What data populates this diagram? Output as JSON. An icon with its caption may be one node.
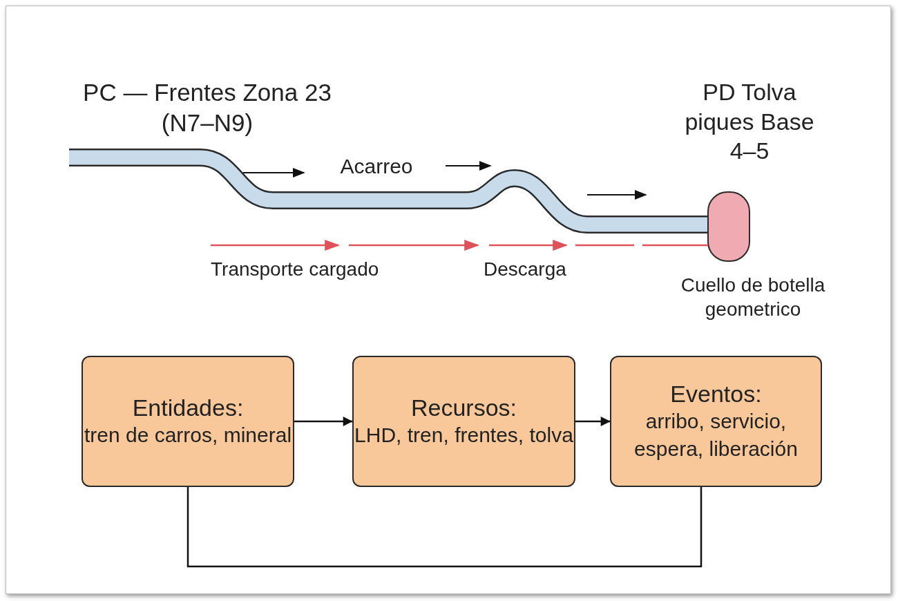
{
  "diagram": {
    "nodes": [
      {
        "text": [
          "Entidades:",
          "tren de carros, mineral"
        ]
      },
      {
        "text": [
          "Recursos:",
          "LHD, tren, frentes, tolva"
        ]
      },
      {
        "text": [
          "Eventos:",
          "arribo, servicio, espera, liberación"
        ]
      }
    ],
    "edges": [
      {
        "from": 0,
        "to": 1,
        "arrow": "to"
      },
      {
        "from": 1,
        "to": 2,
        "arrow": "to"
      },
      {
        "from": 0,
        "to": 2,
        "arrow": "none"
      }
    ],
    "labels": [
      "PC — Frentes Zona 23 (N7–N9)",
      "PD Tolva piques Base 4–5",
      "Acarreo",
      "Transporte cargado",
      "Descarga",
      "Cuello de botella geometrico"
    ]
  }
}
